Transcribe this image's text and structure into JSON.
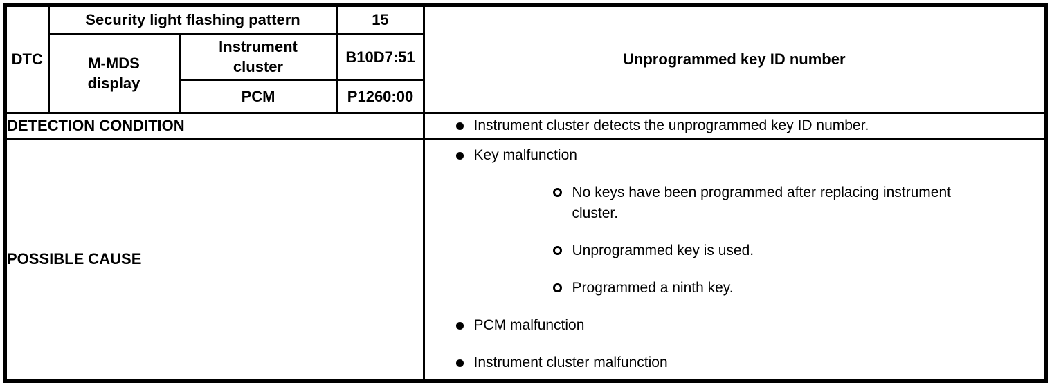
{
  "colors": {
    "border": "#000000",
    "background": "#ffffff",
    "text": "#000000"
  },
  "dtc_table": {
    "dtc_label": "DTC",
    "security_light": {
      "label": "Security light flashing pattern",
      "value": "15"
    },
    "mmds_display": {
      "line1": "M-MDS",
      "line2": "display"
    },
    "instrument_cluster_row": {
      "line1": "Instrument",
      "line2": "cluster",
      "code": "B10D7:51"
    },
    "pcm_row": {
      "label": "PCM",
      "code": "P1260:00"
    },
    "description": "Unprogrammed key ID number",
    "detection_condition": {
      "label": "DETECTION CONDITION",
      "items": [
        "Instrument cluster detects the unprogrammed key ID number."
      ]
    },
    "possible_cause": {
      "label": "POSSIBLE CAUSE",
      "items": [
        {
          "level": 1,
          "text": "Key malfunction"
        },
        {
          "level": 2,
          "text": "No keys have been programmed after replacing instrument cluster."
        },
        {
          "level": 2,
          "text": "Unprogrammed key is used."
        },
        {
          "level": 2,
          "text": "Programmed a ninth key."
        },
        {
          "level": 1,
          "text": "PCM malfunction"
        },
        {
          "level": 1,
          "text": "Instrument cluster malfunction"
        }
      ]
    }
  }
}
